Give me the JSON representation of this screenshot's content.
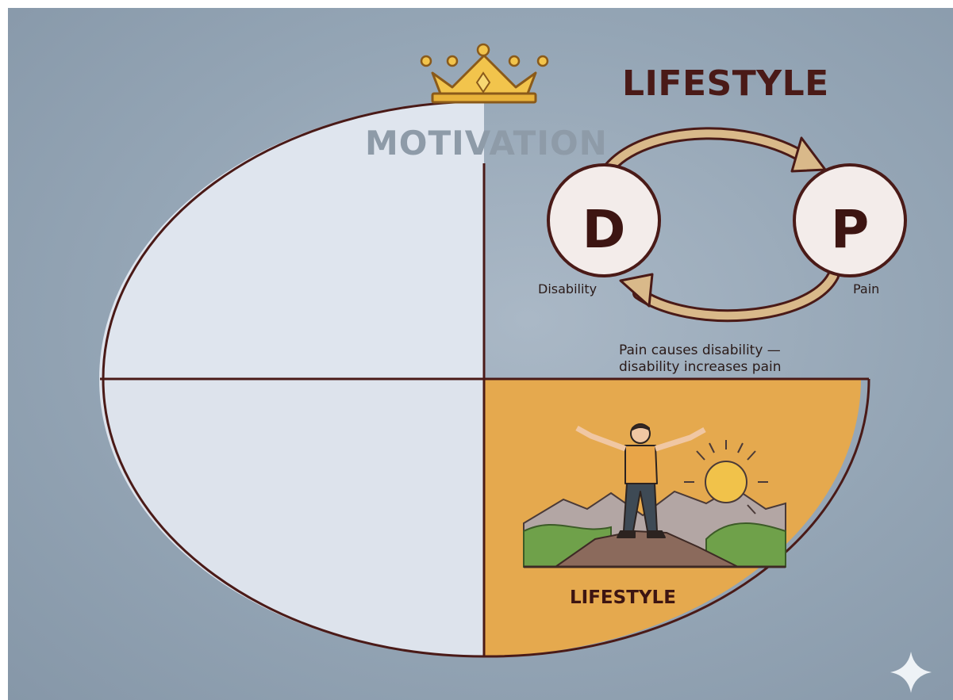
{
  "title": "LIFESTYLE",
  "wheel": {
    "top_label": "MOTIVATION",
    "bottom_right_label": "LIFESTYLE"
  },
  "cycle": {
    "left_node": {
      "letter": "D",
      "caption": "Disability"
    },
    "right_node": {
      "letter": "P",
      "caption": "Pain"
    },
    "note": "Pain causes disability —\ndisability increases pain"
  },
  "colors": {
    "outline": "#4a1a17",
    "quadrant_fill": "#dfe5ee",
    "lifestyle_fill": "#e5a94e",
    "crown": "#f0c24a",
    "arrow": "#d9b98a"
  },
  "icons": [
    "crown-icon",
    "sparkle-icon",
    "person-on-mountain-illustration",
    "sun-icon"
  ]
}
